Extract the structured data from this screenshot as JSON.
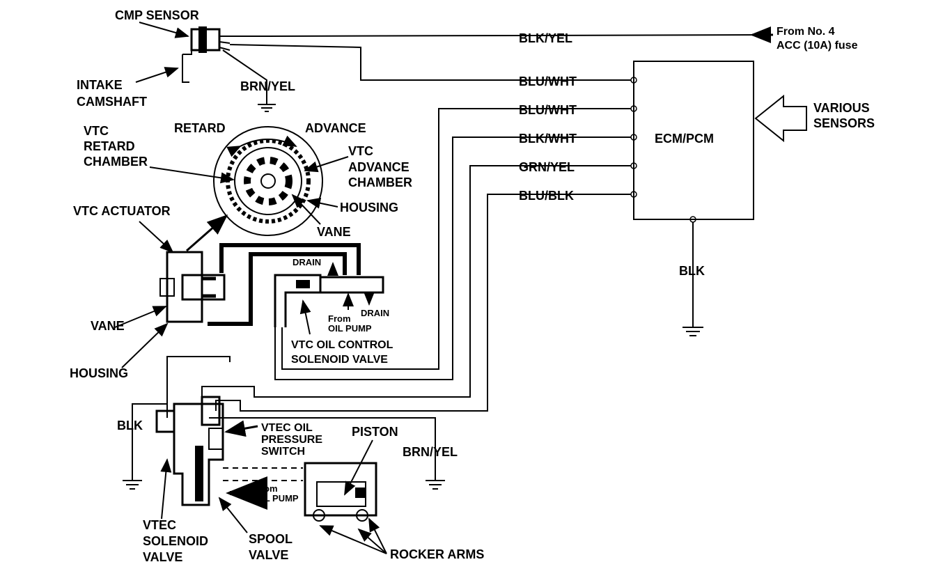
{
  "diagram": {
    "labels": {
      "cmp_sensor": "CMP SENSOR",
      "intake_1": "INTAKE",
      "intake_2": "CAMSHAFT",
      "brn_yel_top": "BRN/YEL",
      "blk_yel": "BLK/YEL",
      "fuse_1": "From No. 4",
      "fuse_2": "ACC (10A) fuse",
      "ecm": "ECM/PCM",
      "various_1": "VARIOUS",
      "various_2": "SENSORS",
      "blk_ecm": "BLK",
      "retard": "RETARD",
      "advance": "ADVANCE",
      "vtc_retard_1": "VTC",
      "vtc_retard_2": "RETARD",
      "vtc_retard_3": "CHAMBER",
      "vtc_adv_1": "VTC",
      "vtc_adv_2": "ADVANCE",
      "vtc_adv_3": "CHAMBER",
      "housing_top": "HOUSING",
      "vane_top": "VANE",
      "vtc_actuator": "VTC ACTUATOR",
      "drain_1": "DRAIN",
      "drain_2": "DRAIN",
      "from_pump_1a": "From",
      "from_pump_1b": "OIL PUMP",
      "vtc_ocv_1": "VTC OIL CONTROL",
      "vtc_ocv_2": "SOLENOID VALVE",
      "vane_left": "VANE",
      "housing_left": "HOUSING",
      "blk_left": "BLK",
      "vtec_ops_1": "VTEC OIL",
      "vtec_ops_2": "PRESSURE",
      "vtec_ops_3": "SWITCH",
      "piston": "PISTON",
      "brn_yel_bottom": "BRN/YEL",
      "from_pump_2a": "From",
      "from_pump_2b": "OIL PUMP",
      "vtec_sol_1": "VTEC",
      "vtec_sol_2": "SOLENOID",
      "vtec_sol_3": "VALVE",
      "spool_1": "SPOOL",
      "spool_2": "VALVE",
      "rocker_arms": "ROCKER ARMS"
    },
    "ecm_wires": [
      "BLU/WHT",
      "BLU/WHT",
      "BLK/WHT",
      "GRN/YEL",
      "BLU/BLK"
    ]
  }
}
